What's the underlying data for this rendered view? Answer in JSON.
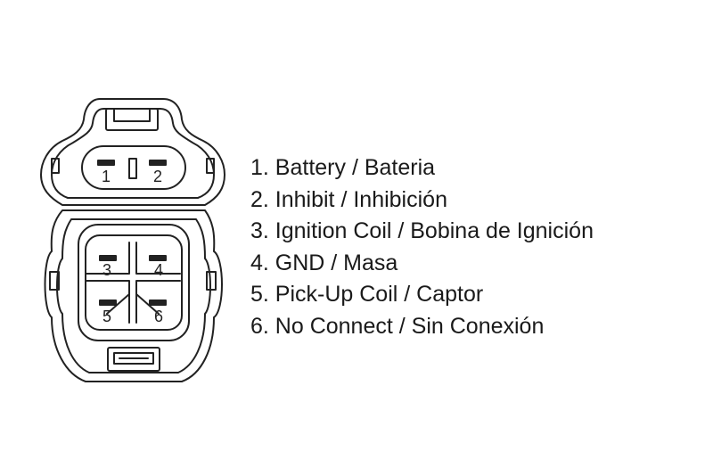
{
  "diagram": {
    "stroke_color": "#222222",
    "pin_numbers": [
      "1",
      "2",
      "3",
      "4",
      "5",
      "6"
    ],
    "legend": [
      "1. Battery / Bateria",
      "2. Inhibit / Inhibición",
      "3. Ignition Coil / Bobina de Ignición",
      "4. GND / Masa",
      "5. Pick-Up Coil / Captor",
      "6. No Connect / Sin Conexión"
    ]
  }
}
